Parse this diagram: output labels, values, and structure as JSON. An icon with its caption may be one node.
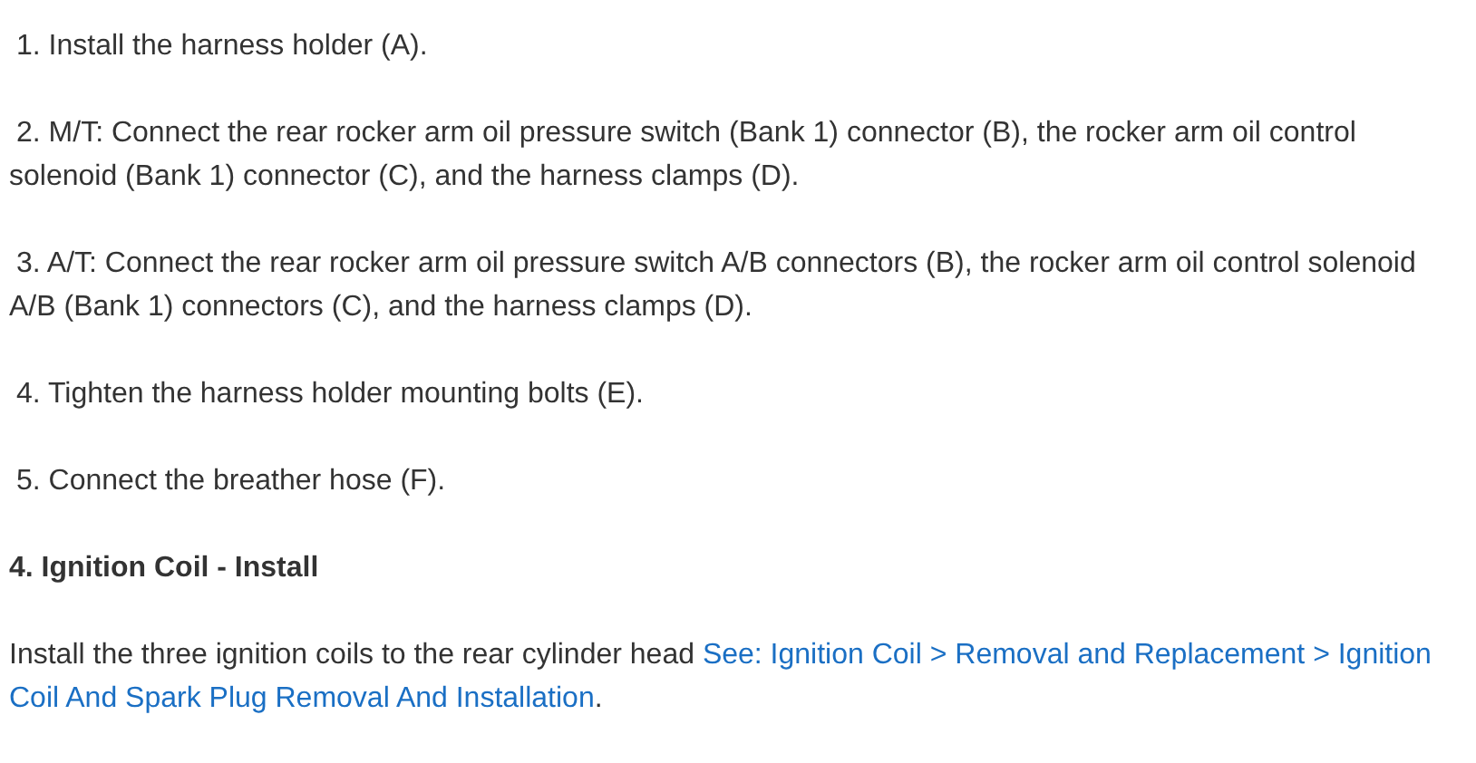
{
  "diagram": {
    "labels": [
      "1. Install the harness holder (A).",
      "2. M/T: Connect the rear rocker arm oil pressure switch (Bank 1) connector (B), the rocker arm oil control solenoid (Bank 1) connector (C), and the harness clamps (D).",
      "3. A/T: Connect the rear rocker arm oil pressure switch A/B connectors (B), the rocker arm oil control solenoid A/B (Bank 1) connectors (C), and the harness clamps (D).",
      "4. Tighten the harness holder mounting bolts (E).",
      "5. Connect the breather hose (F).",
      "4. Ignition Coil - Install",
      "Install the three ignition coils to the rear cylinder head",
      "See: Ignition Coil > Removal and Replacement > Ignition Coil And Spark Plug Removal And Installation",
      "."
    ]
  }
}
